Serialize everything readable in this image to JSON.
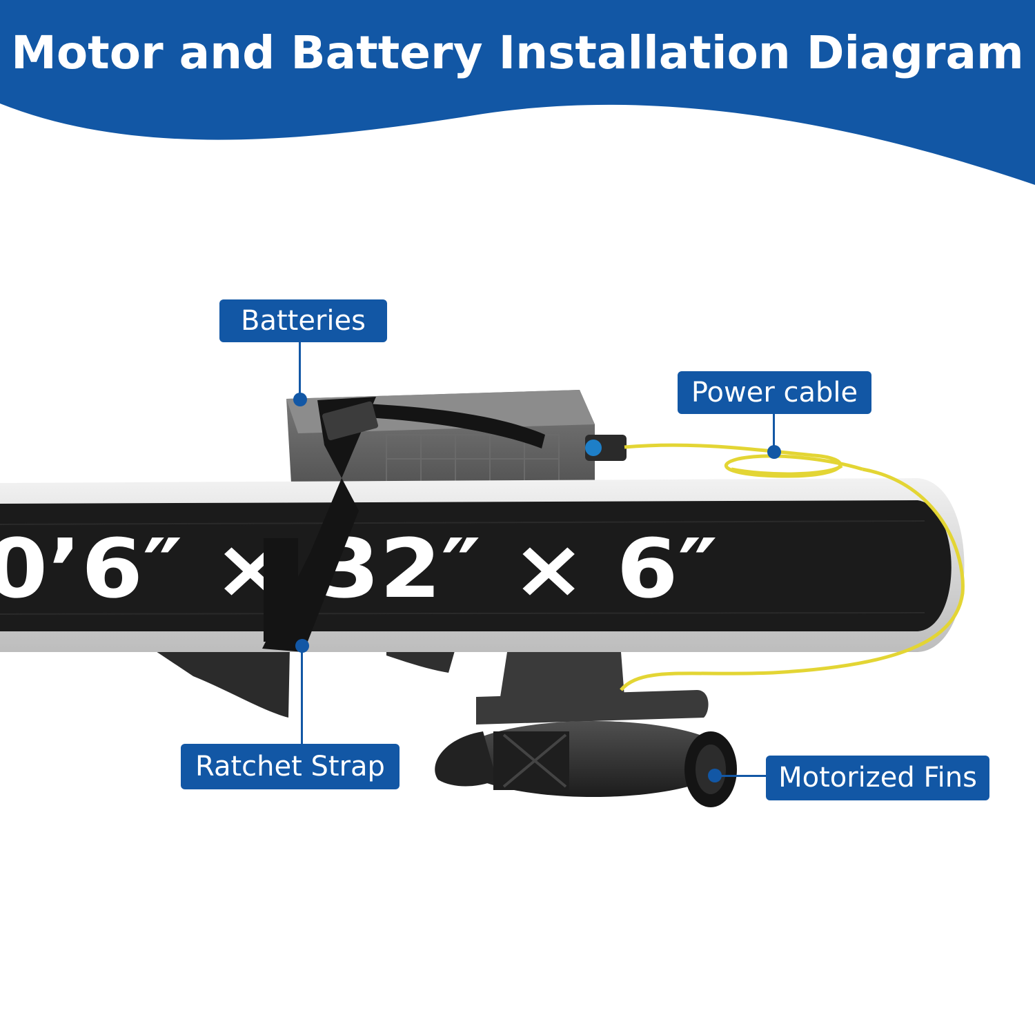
{
  "header": {
    "title": "Motor and Battery Installation Diagram",
    "background_color": "#1257a5"
  },
  "board": {
    "size_marking": "0’6″ × 32″ × 6″"
  },
  "callouts": {
    "batteries": "Batteries",
    "power_cable": "Power cable",
    "ratchet_strap": "Ratchet Strap",
    "motorized_fins": "Motorized Fins"
  },
  "colors": {
    "accent": "#1257a5",
    "cable": "#e3d534",
    "board_dark": "#1b1b1b",
    "board_light": "#d9d9d9"
  }
}
